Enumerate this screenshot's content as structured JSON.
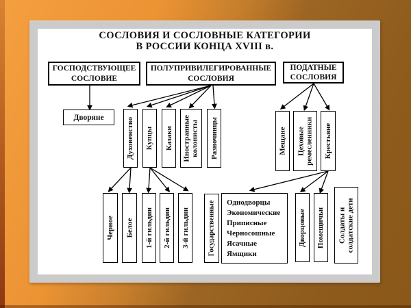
{
  "slide": {
    "title_line1": "СОСЛОВИЯ И СОСЛОВНЫЕ КАТЕГОРИИ",
    "title_line2": "В РОССИИ КОНЦА XVIII в."
  },
  "groups": {
    "dominant": {
      "line1": "ГОСПОДСТВУЮЩЕЕ",
      "line2": "СОСЛОВИЕ"
    },
    "semi": {
      "line1": "ПОЛУПРИВИЛЕГИРОВАННЫЕ",
      "line2": "СОСЛОВИЯ"
    },
    "taxed": {
      "line1": "ПОДАТНЫЕ",
      "line2": "СОСЛОВИЯ"
    }
  },
  "boxes": {
    "nobility": "Дворяне",
    "clergy": "Духовенство",
    "merchants": "Купцы",
    "cossacks": "Казаки",
    "colonists": "Иностранные колонисты",
    "raznochintsy": "Разночинцы",
    "meshchane": "Мещане",
    "artisans": "Цеховые ремесленники",
    "peasants": "Крестьяне",
    "black_clergy": "Черное",
    "white_clergy": "Белое",
    "guild1": "1-й гильдии",
    "guild2": "2-й гильдии",
    "guild3": "3-й гильдии",
    "state_peasants": "Государственные",
    "palace_peasants": "Дворцовые",
    "landlord_peasants": "Помещичьи",
    "soldiers": "Солдаты и солдатские дети"
  },
  "state_list": [
    "Однодворцы",
    "Экономические",
    "Приписные",
    "Черносошные",
    "Ясачные",
    "Ямщики"
  ],
  "colors": {
    "background_orange": "#F49F40",
    "background_brown": "#8A5819",
    "slide_frame": "#CBCBCB",
    "canvas": "#FFFFFF",
    "line": "#000000"
  }
}
